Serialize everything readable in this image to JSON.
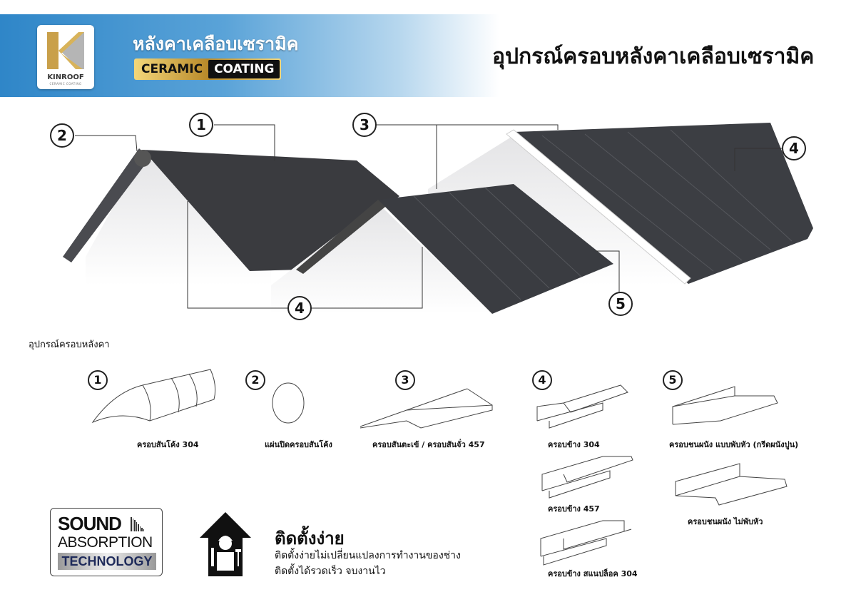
{
  "header": {
    "brand": "KINROOF",
    "brand_sub": "CERAMIC COATING",
    "thai_title": "หลังคาเคลือบเซรามิค",
    "badge_left": "CERAMIC",
    "badge_right": "COATING",
    "main_title": "อุปกรณ์ครอบหลังคาเคลือบเซรามิค"
  },
  "callouts": [
    "1",
    "2",
    "3",
    "4",
    "4",
    "5"
  ],
  "parts": {
    "section_label": "อุปกรณ์ครอบหลังคา",
    "items": [
      {
        "number": "1",
        "labels": [
          "ครอบสันโค้ง 304"
        ]
      },
      {
        "number": "2",
        "labels": [
          "แผ่นปิดครอบสันโค้ง"
        ]
      },
      {
        "number": "3",
        "labels": [
          "ครอบสันตะเข้ / ครอบสันจั่ว 457"
        ]
      },
      {
        "number": "4",
        "labels": [
          "ครอบข้าง 304",
          "ครอบข้าง 457",
          "ครอบข้าง สแนปล็อค 304"
        ]
      },
      {
        "number": "5",
        "labels": [
          "ครอบชนผนัง แบบพับหัว (กรีดผนังปูน)",
          "ครอบชนผนัง ไม่พับหัว"
        ]
      }
    ]
  },
  "features": {
    "sound": {
      "line1": "SOUND",
      "line2": "ABSORPTION",
      "line3": "TECHNOLOGY"
    },
    "easy": {
      "title": "ติดตั้งง่าย",
      "line1": "ติดตั้งง่ายไม่เปลี่ยนแปลงการทำงานของช่าง",
      "line2": "ติดตั้งได้รวดเร็ว จบงานไว"
    }
  },
  "colors": {
    "banner": "#2f86c8",
    "roof": "#3a3c40",
    "gold": "#c9a04a"
  }
}
